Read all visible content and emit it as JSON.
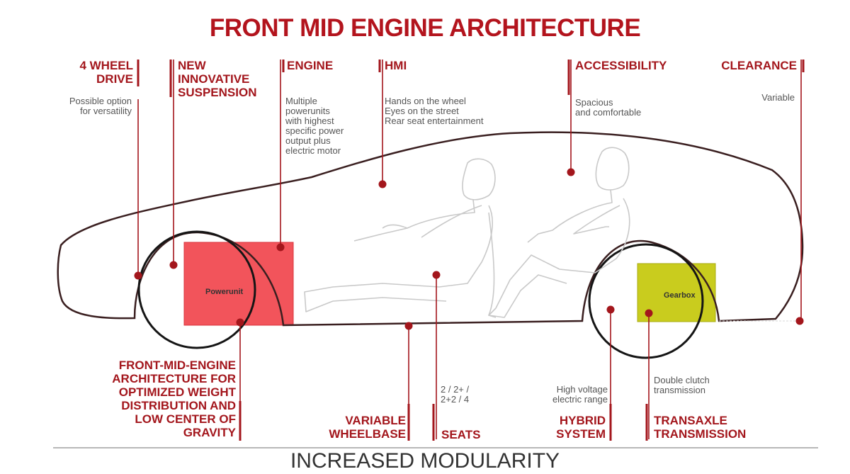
{
  "title": "FRONT MID ENGINE ARCHITECTURE",
  "top_labels": {
    "four_wheel": {
      "heading": "4 WHEEL\nDRIVE",
      "desc": "Possible option\nfor versatility"
    },
    "suspension": {
      "heading": "NEW\nINNOVATIVE\nSUSPENSION"
    },
    "engine": {
      "heading": "ENGINE",
      "desc": "Multiple\npowerunits\nwith highest\nspecific power\noutput plus\nelectric motor"
    },
    "hmi": {
      "heading": "HMI",
      "desc": "Hands on the wheel\nEyes on the street\nRear seat entertainment"
    },
    "accessibility": {
      "heading": "ACCESSIBILITY",
      "desc": "Spacious\nand comfortable"
    },
    "clearance": {
      "heading": "CLEARANCE",
      "desc": "Variable"
    }
  },
  "bottom_labels": {
    "front_mid": {
      "heading": "FRONT-MID-ENGINE\nARCHITECTURE FOR\nOPTIMIZED WEIGHT\nDISTRIBUTION AND\nLOW CENTER OF\nGRAVITY"
    },
    "wheelbase": {
      "heading": "VARIABLE\nWHEELBASE"
    },
    "seats": {
      "heading": "SEATS",
      "desc": "2 / 2+ /\n2+2 / 4"
    },
    "hybrid": {
      "heading": "HYBRID\nSYSTEM",
      "desc": "High voltage\nelectric range"
    },
    "transaxle": {
      "heading": "TRANSAXLE\nTRANSMISSION",
      "desc": "Double clutch\ntransmission"
    }
  },
  "components": {
    "powerunit": {
      "label": "Powerunit",
      "color": "#f2545b"
    },
    "gearbox": {
      "label": "Gearbox",
      "color": "#c9cc1e"
    }
  },
  "footer": "INCREASED MODULARITY",
  "colors": {
    "accent": "#a3161c",
    "outline": "#3a1f20",
    "divider": "#b8b8b8",
    "figure": "#c9c9c9"
  }
}
